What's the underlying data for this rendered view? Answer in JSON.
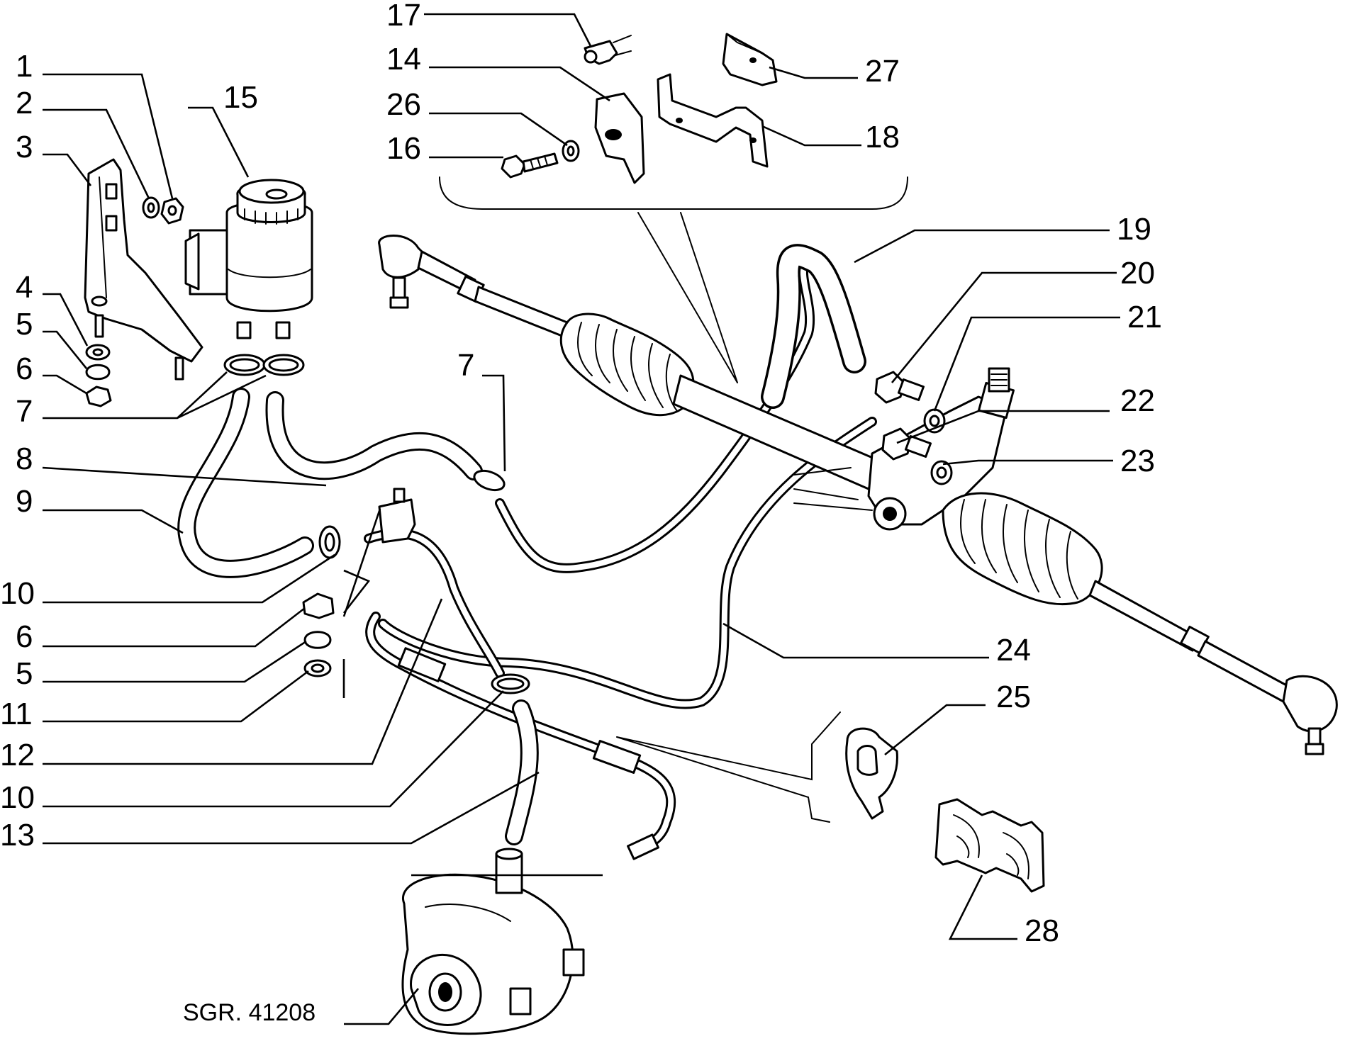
{
  "diagram": {
    "reference": "SGR. 41208",
    "callouts": [
      "1",
      "2",
      "3",
      "4",
      "5",
      "6",
      "7",
      "15",
      "8",
      "9",
      "10",
      "6",
      "5",
      "11",
      "12",
      "10",
      "13",
      "17",
      "14",
      "26",
      "16",
      "27",
      "18",
      "7",
      "19",
      "20",
      "21",
      "22",
      "23",
      "24",
      "25",
      "28"
    ]
  }
}
